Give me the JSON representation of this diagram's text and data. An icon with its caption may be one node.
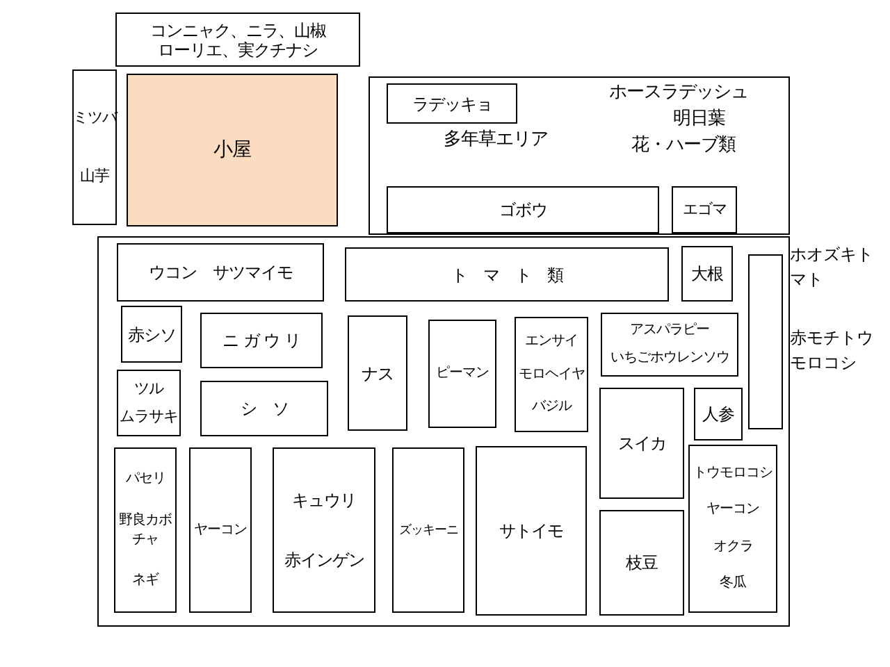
{
  "diagram": {
    "nodes": [
      {
        "text": [
          "コンニャク、ニラ、山椒",
          "ローリエ、実クチナシ"
        ]
      },
      {
        "text": [
          "ミツバ",
          "山芋"
        ]
      },
      {
        "text": [
          "小屋"
        ]
      },
      {
        "text": [
          "多年草エリア",
          "ホースラデッシュ",
          "明日葉",
          "花・ハーブ類"
        ]
      },
      {
        "text": [
          "ラデッキョ"
        ],
        "in": 3
      },
      {
        "text": [
          "ゴボウ"
        ],
        "in": 3
      },
      {
        "text": [
          "エゴマ"
        ],
        "in": 3
      },
      {
        "text": [],
        "shape": "box"
      },
      {
        "text": [
          "ウコン　サツマイモ"
        ],
        "in": 7
      },
      {
        "text": [
          "ト　マ　ト　類"
        ],
        "in": 7
      },
      {
        "text": [
          "大根"
        ],
        "in": 7
      },
      {
        "text": [],
        "shape": "box",
        "in": 7,
        "beside": [
          "ホオズキトマト",
          "赤モチトウモロコシ"
        ]
      },
      {
        "text": [
          "赤シソ"
        ],
        "in": 7
      },
      {
        "text": [
          "ニ ガ ウ リ"
        ],
        "in": 7
      },
      {
        "text": [
          "ナス"
        ],
        "in": 7
      },
      {
        "text": [
          "ピーマン"
        ],
        "in": 7
      },
      {
        "text": [
          "エンサイ",
          "モロヘイヤ",
          "バジル"
        ],
        "in": 7
      },
      {
        "text": [
          "アスパラピー",
          "いちごホウレンソウ"
        ],
        "in": 7
      },
      {
        "text": [
          "ツル",
          "ムラサキ"
        ],
        "in": 7
      },
      {
        "text": [
          "シ　ソ"
        ],
        "in": 7
      },
      {
        "text": [
          "スイカ"
        ],
        "in": 7
      },
      {
        "text": [
          "人参"
        ],
        "in": 7
      },
      {
        "text": [
          "パセリ",
          "野良カボチャ",
          "ネギ"
        ],
        "in": 7
      },
      {
        "text": [
          "ヤーコン"
        ],
        "in": 7
      },
      {
        "text": [
          "キュウリ",
          "赤インゲン"
        ],
        "in": 7
      },
      {
        "text": [
          "ズッキーニ"
        ],
        "in": 7
      },
      {
        "text": [
          "サトイモ"
        ],
        "in": 7
      },
      {
        "text": [
          "枝豆"
        ],
        "in": 7
      },
      {
        "text": [
          "トウモロコシ",
          "ヤーコン",
          "オクラ",
          "冬瓜"
        ],
        "in": 7
      }
    ],
    "edges": []
  }
}
